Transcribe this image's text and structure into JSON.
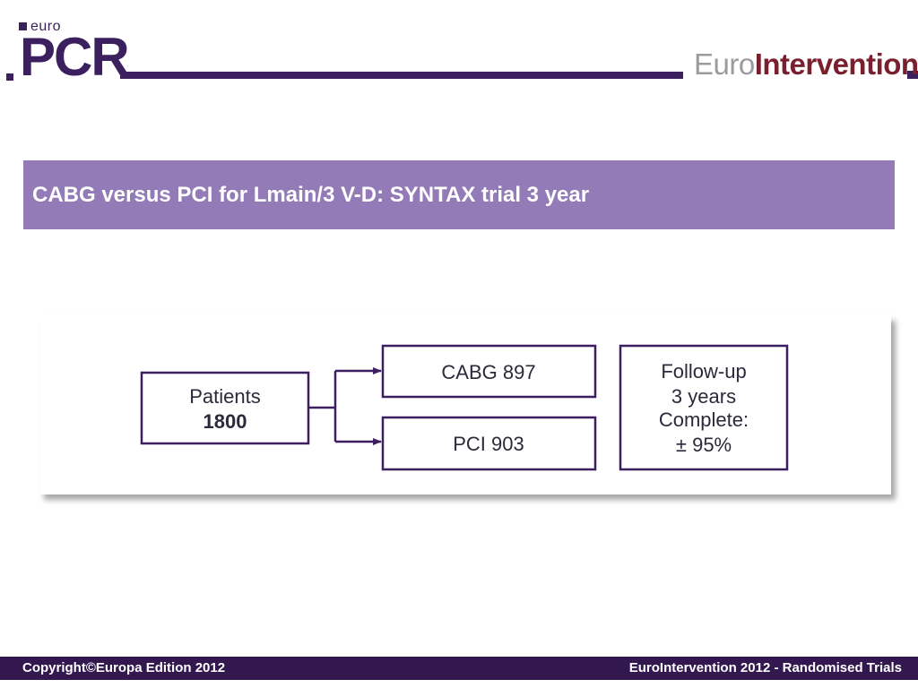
{
  "header": {
    "logo_small": "euro",
    "logo_main": "PCR",
    "brand_light": "Euro",
    "brand_bold": "Intervention"
  },
  "title": "CABG versus PCI for Lmain/3 V-D: SYNTAX trial 3 year",
  "diagram": {
    "patients_label": "Patients",
    "patients_count": "1800",
    "arm_cabg": "CABG 897",
    "arm_pci": "PCI 903",
    "followup_line1": "Follow-up",
    "followup_line2": "3 years",
    "followup_line3": "Complete:",
    "followup_line4": "± 95%"
  },
  "footer": {
    "left": "Copyright©Europa Edition 2012",
    "right": "EuroIntervention 2012 - Randomised Trials"
  },
  "colors": {
    "brand_purple": "#3b1f5e",
    "banner": "#927bb6",
    "brand_red": "#7a1f2e",
    "footer": "#33184f"
  }
}
